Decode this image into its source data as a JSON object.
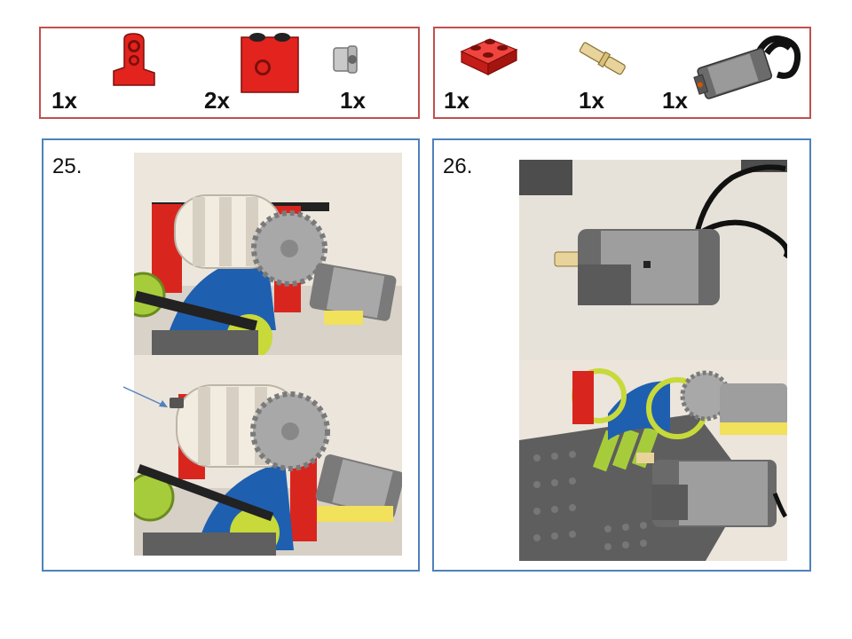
{
  "parts_left": {
    "items": [
      {
        "qty": "1x",
        "icon": "red-technic-pin-connector-icon"
      },
      {
        "qty": "2x",
        "icon": "red-technic-brick-1x2-icon"
      },
      {
        "qty": "1x",
        "icon": "grey-bush-icon"
      }
    ]
  },
  "parts_right": {
    "items": [
      {
        "qty": "1x",
        "icon": "red-plate-2x2-icon"
      },
      {
        "qty": "1x",
        "icon": "tan-axle-pin-icon"
      },
      {
        "qty": "1x",
        "icon": "grey-motor-with-cable-icon"
      }
    ]
  },
  "steps": [
    {
      "number": "25."
    },
    {
      "number": "26."
    }
  ],
  "colors": {
    "parts_border": "#c0504d",
    "step_border": "#4f81bd",
    "lego_red": "#e3231e",
    "lego_lime": "#a7cc3b",
    "lego_blue": "#1f5fb0",
    "lego_grey": "#8c8c8c",
    "lego_dark_grey": "#555555"
  }
}
